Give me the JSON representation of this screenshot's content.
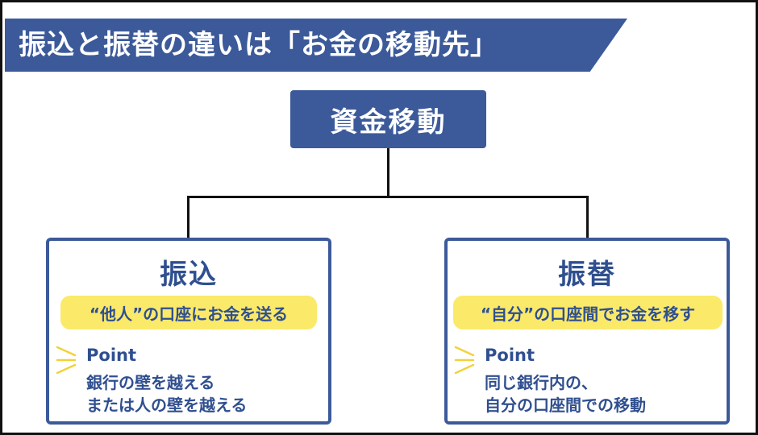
{
  "banner": {
    "title": "振込と振替の違いは「お金の移動先」"
  },
  "root": {
    "label": "資金移動"
  },
  "left_card": {
    "title": "振込",
    "highlight": "“他人”の口座にお金を送る",
    "point_label": "Point",
    "point_lines": [
      "銀行の壁を越える",
      "または人の壁を越える"
    ]
  },
  "right_card": {
    "title": "振替",
    "highlight": "“自分”の口座間でお金を移す",
    "point_label": "Point",
    "point_lines": [
      "同じ銀行内の、",
      "自分の口座間での移動"
    ]
  },
  "colors": {
    "primary": "#3c5a9a",
    "text": "#2f4f8f",
    "highlight": "#fbe96a",
    "line": "#111111"
  },
  "icons": {
    "point_marker": "spark-lines-icon"
  }
}
